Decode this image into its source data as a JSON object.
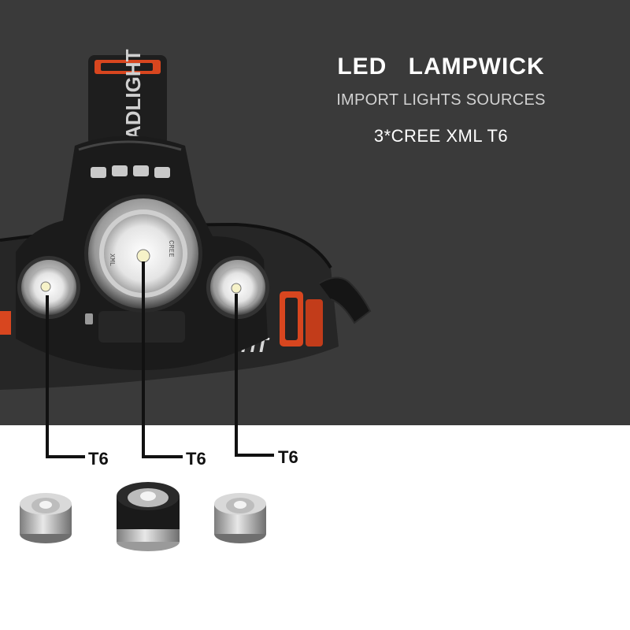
{
  "header": {
    "title": "LED LAMPWICK",
    "subtitle": "IMPORT LIGHTS SOURCES",
    "spec": "3*CREE XML T6"
  },
  "headlamp": {
    "strap_text": "ADLIGHT",
    "strap_side_text": "HT",
    "lens_text": [
      "XML",
      "CREE"
    ]
  },
  "leds": [
    {
      "label": "T6"
    },
    {
      "label": "T6"
    },
    {
      "label": "T6"
    }
  ],
  "colors": {
    "background_dark": "#3a3a3a",
    "background_light": "#ffffff",
    "accent": "#e0401c"
  }
}
